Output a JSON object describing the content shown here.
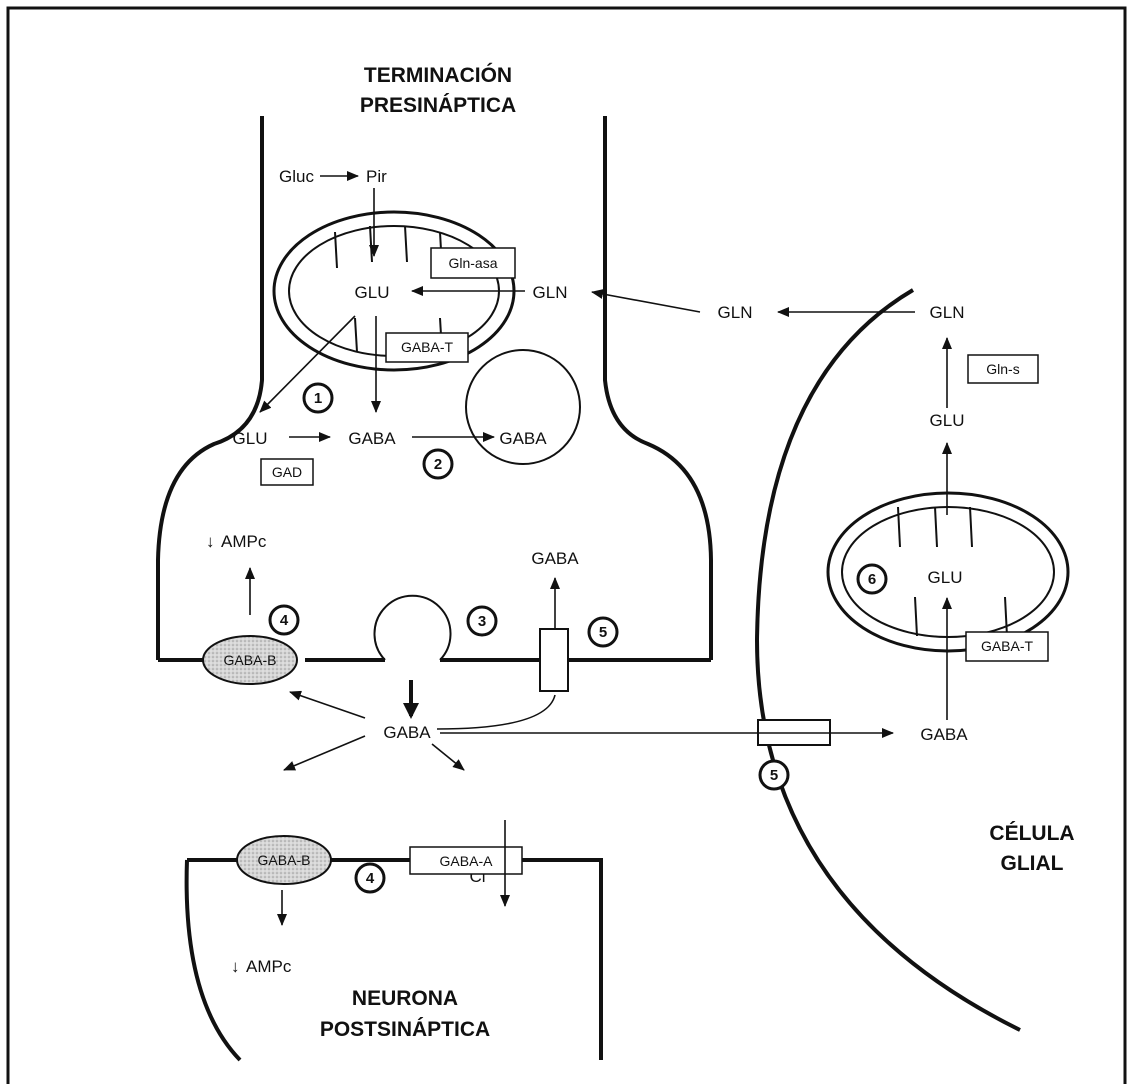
{
  "titles": {
    "presynaptic_1": "TERMINACIÓN",
    "presynaptic_2": "PRESINÁPTICA",
    "postsynaptic_1": "NEURONA",
    "postsynaptic_2": "POSTSINÁPTICA",
    "glial_1": "CÉLULA",
    "glial_2": "GLIAL"
  },
  "molecules": {
    "gluc": "Gluc",
    "pir": "Pir",
    "glu_mito": "GLU",
    "gln_pre": "GLN",
    "gln_mid": "GLN",
    "gln_glial": "GLN",
    "glu_glial": "GLU",
    "glu_glial_mito": "GLU",
    "glu_cyto": "GLU",
    "gaba_cyto": "GABA",
    "gaba_vesicle": "GABA",
    "gaba_released": "GABA",
    "gaba_cleft": "GABA",
    "gaba_glial": "GABA",
    "ampc_pre": "AMPc",
    "ampc_post": "AMPc",
    "cl": "Cl⁻"
  },
  "enzymes": {
    "gln_asa": "Gln-asa",
    "gaba_t_pre": "GABA-T",
    "gad": "GAD",
    "gln_s": "Gln-s",
    "gaba_t_glial": "GABA-T"
  },
  "receptors": {
    "gaba_b_pre": "GABA-B",
    "gaba_b_post": "GABA-B",
    "gaba_a": "GABA-A"
  },
  "steps": {
    "s1": "1",
    "s2": "2",
    "s3": "3",
    "s4_pre": "4",
    "s4_post": "4",
    "s5_pre": "5",
    "s5_glial": "5",
    "s6": "6"
  },
  "arrows": {
    "down": "↓"
  }
}
